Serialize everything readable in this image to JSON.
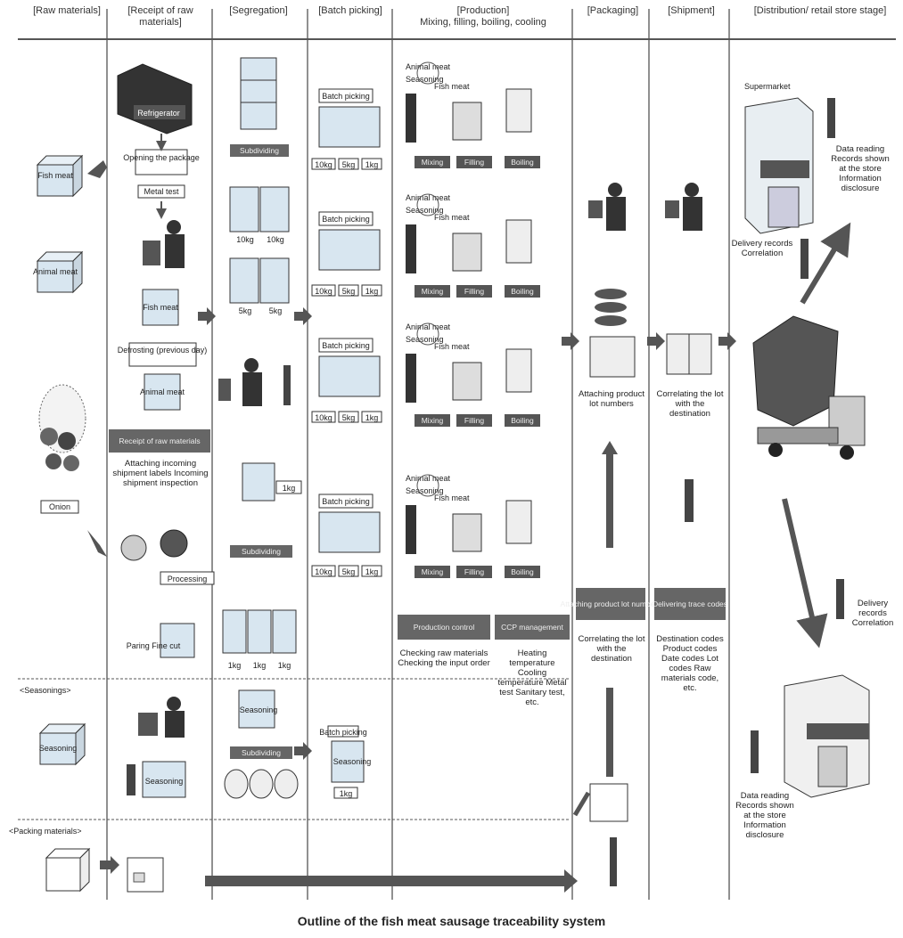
{
  "stages": [
    {
      "id": "raw",
      "label": "[Raw materials]"
    },
    {
      "id": "receipt",
      "label": "[Receipt of raw materials]"
    },
    {
      "id": "segregation",
      "label": "[Segregation]"
    },
    {
      "id": "batch",
      "label": "[Batch picking]"
    },
    {
      "id": "production",
      "label": "[Production]",
      "sub": "Mixing, filling, boiling, cooling"
    },
    {
      "id": "packaging",
      "label": "[Packaging]"
    },
    {
      "id": "shipment",
      "label": "[Shipment]"
    },
    {
      "id": "distribution",
      "label": "[Distribution/ retail store stage]"
    }
  ],
  "raw": {
    "fish_meat": "Fish meat",
    "animal_meat": "Animal meat",
    "onion": "Onion",
    "seasonings_header": "<Seasonings>",
    "seasoning_box": "Seasoning",
    "packing_header": "<Packing materials>"
  },
  "receipt": {
    "refrigerator": "Refrigerator",
    "opening": "Opening the package",
    "metal_test": "Metal test",
    "fish_box": "Fish meat",
    "defrosting": "Defrosting (previous day)",
    "animal_box": "Animal meat",
    "bar": "Receipt of raw materials",
    "attaching": "Attaching incoming shipment labels Incoming shipment inspection",
    "processing": "Processing",
    "paring": "Paring Fine cut",
    "seasoning": "Seasoning"
  },
  "segregation": {
    "subdividing": "Subdividing",
    "weights_10": "10kg",
    "weights_5": "5kg",
    "weight_1": "1kg",
    "seasoning": "Seasoning",
    "subdividing2": "Subdividing"
  },
  "batch": {
    "label": "Batch picking",
    "w10": "10kg",
    "w5": "5kg",
    "w1": "1kg",
    "seasoning": "Seasoning"
  },
  "production": {
    "animal_meat": "Animal meat",
    "seasoning": "Seasoning",
    "fish_meat": "Fish meat",
    "mixing": "Mixing",
    "filling": "Filling",
    "boiling": "Boiling",
    "bar1": "Production control",
    "bar2": "CCP management",
    "text1": "Checking raw materials Checking the input order",
    "text2": "Heating temperature Cooling temperature Metal test Sanitary test, etc."
  },
  "packaging": {
    "attaching": "Attaching product lot numbers",
    "bar": "Attaching product lot numbers",
    "correlating": "Correlating the lot with the destination"
  },
  "shipment": {
    "correlating": "Correlating the lot with the destination",
    "bar": "Delivering trace codes",
    "codes": "Destination codes Product codes Date codes Lot codes Raw materials code, etc."
  },
  "distribution": {
    "supermarket": "Supermarket",
    "data_reading_top": "Data reading Records shown at the store Information disclosure",
    "delivery_top": "Delivery records Correlation",
    "delivery_right": "Delivery records Correlation",
    "data_reading_bottom": "Data reading Records shown at the store Information disclosure"
  },
  "caption": "Outline of the fish meat sausage traceability system"
}
